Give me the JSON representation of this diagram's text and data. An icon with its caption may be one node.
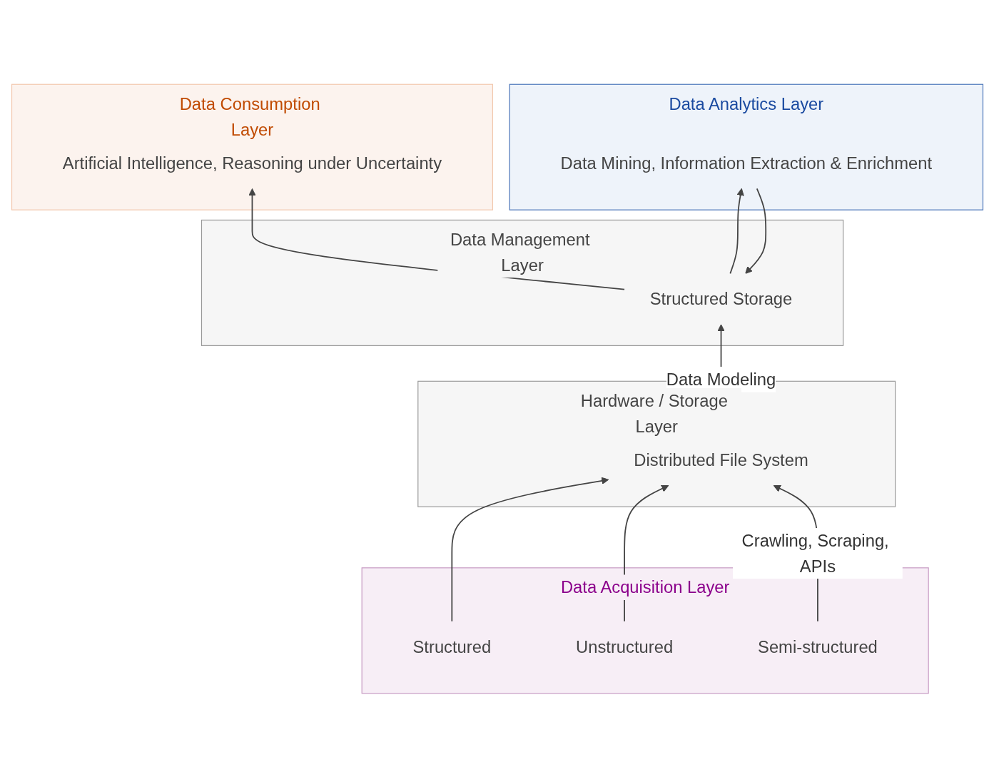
{
  "diagram": {
    "nodes": [
      {
        "text": [
          "Data Consumption Layer"
        ]
      },
      {
        "text": [
          "Artificial Intelligence, Reasoning under Uncertainty"
        ],
        "in": 0
      },
      {
        "text": [
          "Data Analytics Layer"
        ]
      },
      {
        "text": [
          "Data Mining, Information Extraction & Enrichment"
        ],
        "in": 2
      },
      {
        "text": [
          "Data Management Layer"
        ]
      },
      {
        "text": [
          "Structured Storage"
        ],
        "in": 4
      },
      {
        "text": [
          "Hardware / Storage Layer"
        ]
      },
      {
        "text": [
          "Distributed File System"
        ],
        "in": 6
      },
      {
        "text": [
          "Data Acquisition Layer"
        ]
      },
      {
        "text": [
          "Structured"
        ],
        "in": 8
      },
      {
        "text": [
          "Unstructured"
        ],
        "in": 8
      },
      {
        "text": [
          "Semi-structured"
        ],
        "in": 8
      }
    ],
    "edges": [
      {
        "from": 5,
        "to": 1,
        "arrow": "to"
      },
      {
        "from": 5,
        "to": 3,
        "arrow": "to"
      },
      {
        "from": 3,
        "to": 5,
        "arrow": "to"
      },
      {
        "from": 7,
        "to": 5,
        "arrow": "to",
        "label": "Data Modeling"
      },
      {
        "from": 9,
        "to": 7,
        "arrow": "to"
      },
      {
        "from": 10,
        "to": 7,
        "arrow": "to"
      },
      {
        "from": 11,
        "to": 7,
        "arrow": "to",
        "label": "Crawling, Scraping, APIs"
      }
    ]
  }
}
